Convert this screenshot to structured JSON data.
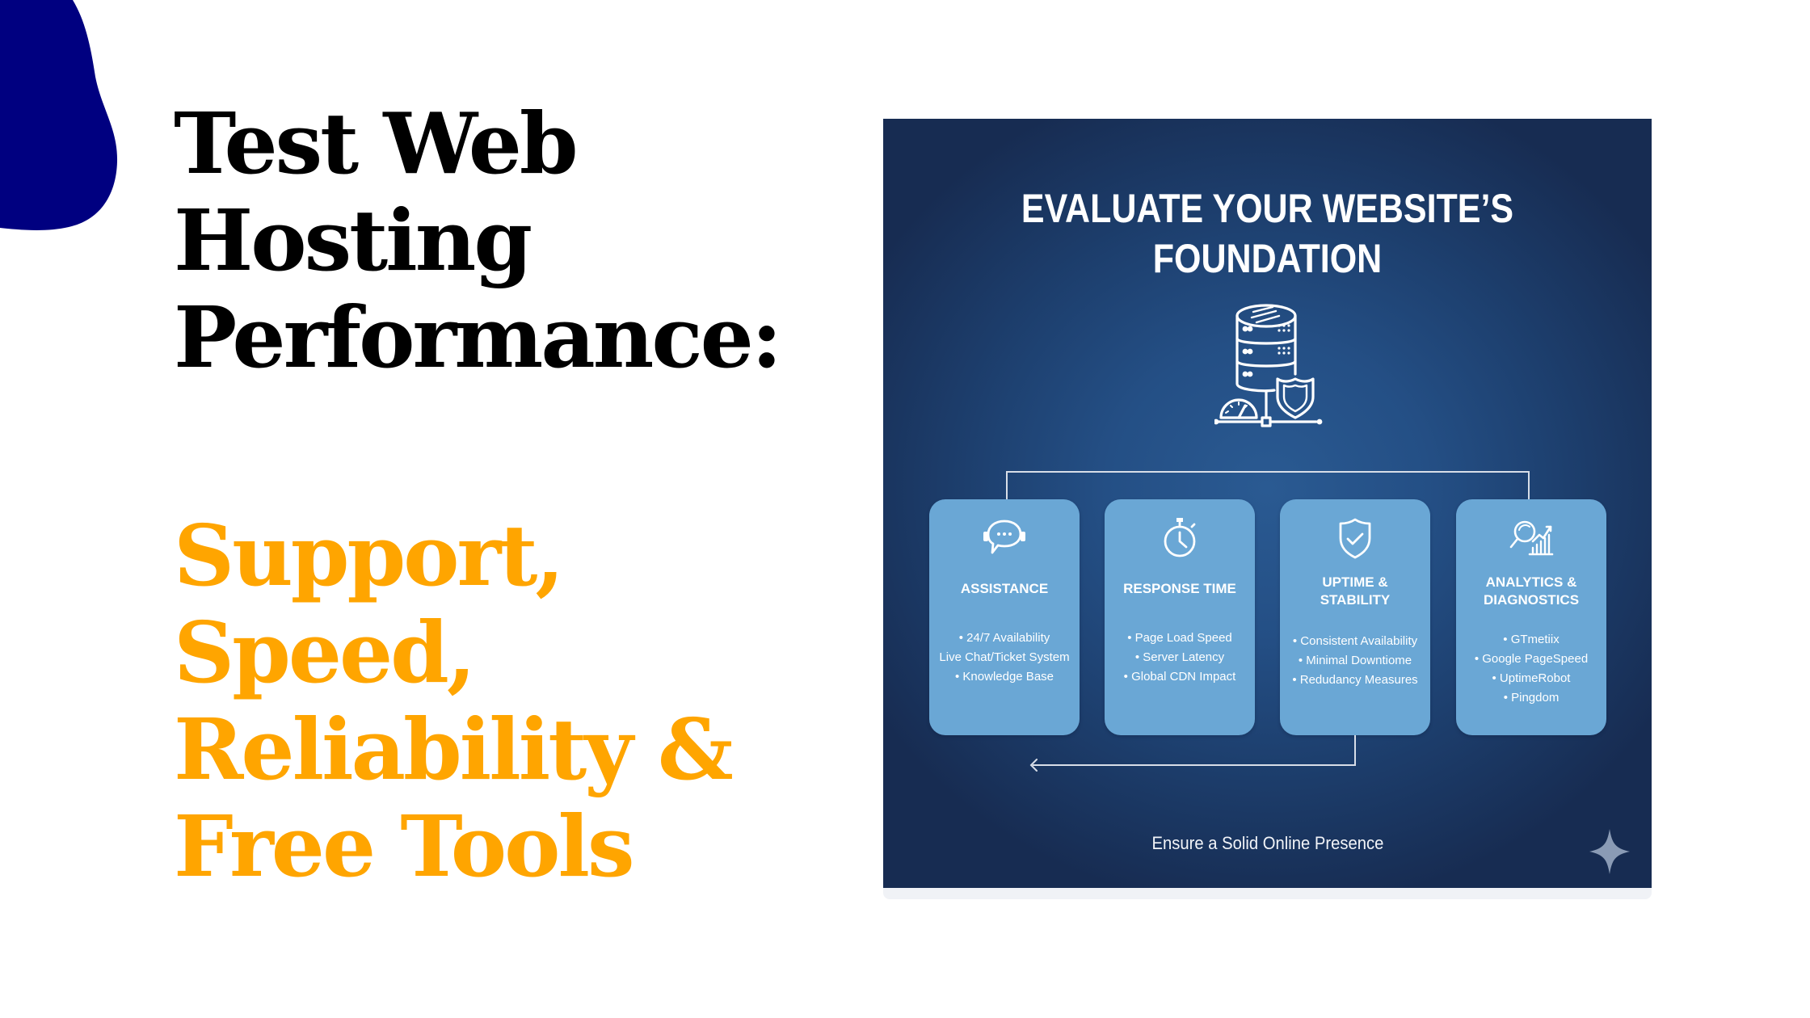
{
  "slide": {
    "title_lines": [
      "Test Web",
      "Hosting",
      "Performance:"
    ],
    "subtitle_lines": [
      "Support,",
      "Speed,",
      "Reliability &",
      "Free Tools"
    ],
    "colors": {
      "title": "#000000",
      "subtitle": "#FFA500",
      "blob": "#000080"
    }
  },
  "infographic": {
    "title_lines": [
      "EVALUATE YOUR WEBSITE’S",
      "FOUNDATION"
    ],
    "hero_icon": "server-database-shield-speedometer-icon",
    "cards": [
      {
        "icon": "support-chat-headset-icon",
        "title_lines": [
          "ASSISTANCE"
        ],
        "items": [
          "• 24/7 Availability",
          "Live Chat/Ticket System",
          "• Knowledge Base"
        ]
      },
      {
        "icon": "stopwatch-icon",
        "title_lines": [
          "RESPONSE TIME"
        ],
        "items": [
          "• Page Load Speed",
          "• Server Latency",
          "• Global CDN Impact"
        ]
      },
      {
        "icon": "shield-check-icon",
        "title_lines": [
          "UPTIME &",
          "STABILITY"
        ],
        "items": [
          "• Consistent Availability",
          "• Minimal Downtiome",
          "• Redudancy Measures"
        ]
      },
      {
        "icon": "magnifier-chart-icon",
        "title_lines": [
          "ANALYTICS &",
          "DIAGNOSTICS"
        ],
        "items": [
          "• GTmetiix",
          "• Google PageSpeed",
          "• UptimeRobot",
          "• Pingdom"
        ]
      }
    ],
    "caption": "Ensure a Solid Online Presence",
    "corner_icon": "sparkle-icon",
    "colors": {
      "panel_dark": "#172c52",
      "panel_light": "#2a5a92",
      "card": "#6aa7d5",
      "text": "#ffffff",
      "sparkle": "#8a9bb5"
    }
  }
}
